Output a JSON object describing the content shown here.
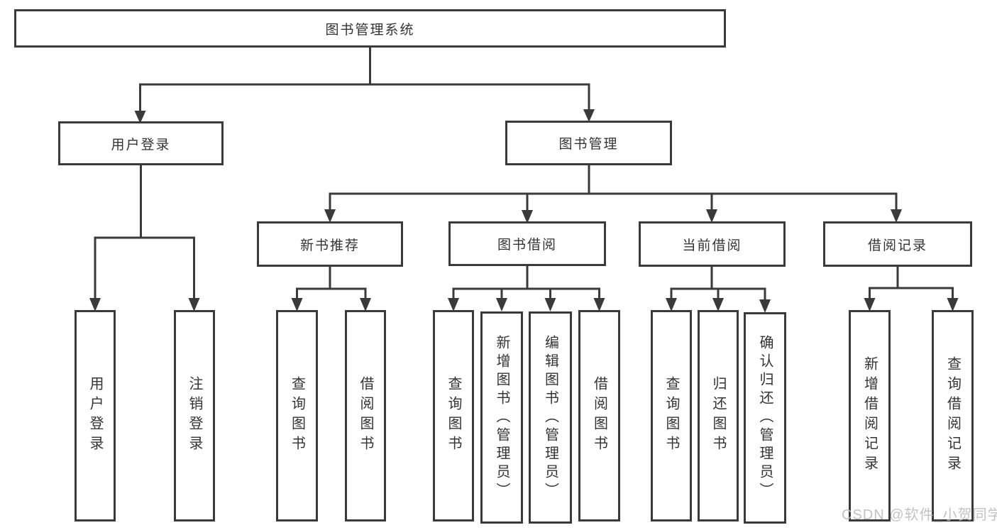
{
  "colors": {
    "line": "#3a3a3a",
    "text": "#333333",
    "box_bg": "#ffffff",
    "bg": "#ffffff",
    "watermark": "#bcbcbc"
  },
  "watermark": "CSDN @软件_小贺同学",
  "tree": {
    "root": {
      "label": "图书管理系统"
    },
    "branches": [
      {
        "label": "用户登录",
        "children": [
          {
            "label": "用户登录"
          },
          {
            "label": "注销登录"
          }
        ]
      },
      {
        "label": "图书管理",
        "sections": [
          {
            "label": "新书推荐",
            "children": [
              {
                "label": "查询图书"
              },
              {
                "label": "借阅图书"
              }
            ]
          },
          {
            "label": "图书借阅",
            "children": [
              {
                "label": "查询图书"
              },
              {
                "label": "新增图书（管理员）"
              },
              {
                "label": "编辑图书（管理员）"
              },
              {
                "label": "借阅图书"
              }
            ]
          },
          {
            "label": "当前借阅",
            "children": [
              {
                "label": "查询图书"
              },
              {
                "label": "归还图书"
              },
              {
                "label": "确认归还（管理员）"
              }
            ]
          },
          {
            "label": "借阅记录",
            "children": [
              {
                "label": "新增借阅记录"
              },
              {
                "label": "查询借阅记录"
              }
            ]
          }
        ]
      }
    ]
  }
}
